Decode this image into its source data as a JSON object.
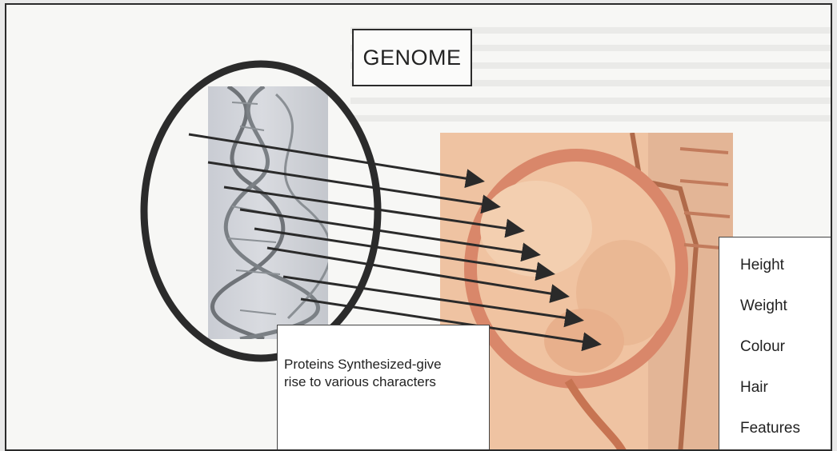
{
  "title": "GENOME",
  "caption": {
    "line1": "Proteins Synthesized-give",
    "line2": "rise to various characters"
  },
  "traits": [
    "Height",
    "Weight",
    "Colour",
    "Hair",
    "Features"
  ],
  "images": {
    "left": "dna-double-helix-illustration",
    "right": "fetus-in-womb-illustration"
  },
  "colors": {
    "outline": "#2b2b2b",
    "arrow": "#2a2a2a",
    "womb": "#d98c66"
  }
}
